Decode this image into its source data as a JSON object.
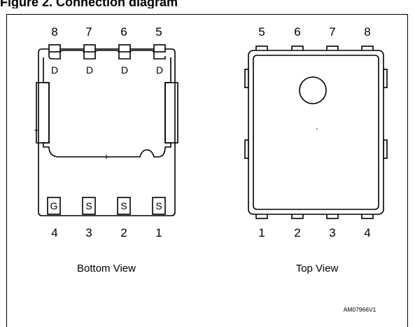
{
  "title": "Figure 2. Connection diagram",
  "bottom_view": {
    "caption": "Bottom View",
    "top_pin_numbers": [
      "8",
      "7",
      "6",
      "5"
    ],
    "top_pad_labels": [
      "D",
      "D",
      "D",
      "D"
    ],
    "bottom_pin_numbers": [
      "4",
      "3",
      "2",
      "1"
    ],
    "bottom_pad_labels": [
      "G",
      "S",
      "S",
      "S"
    ]
  },
  "top_view": {
    "caption": "Top View",
    "top_pin_numbers": [
      "5",
      "6",
      "7",
      "8"
    ],
    "bottom_pin_numbers": [
      "1",
      "2",
      "3",
      "4"
    ]
  },
  "code": "AM07966V1"
}
